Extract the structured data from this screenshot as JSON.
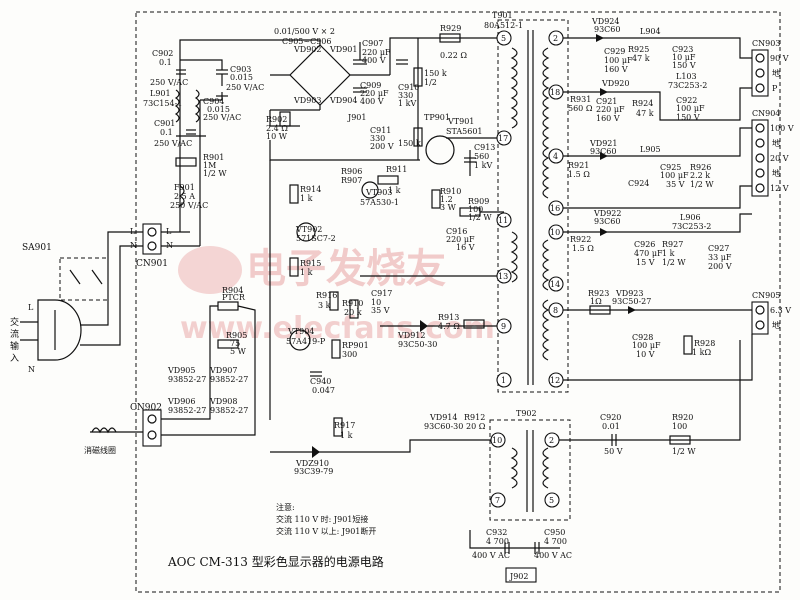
{
  "title": "AOC CM-313 型彩色显示器的电源电路",
  "note": {
    "label": "注意:",
    "line1": "交流 110 V 时: J901短接",
    "line2": "交流 110 V 以上: J901断开"
  },
  "watermark": {
    "cn": "电子发烧友",
    "en": "www.elecfans.com"
  },
  "input": {
    "label_cn": [
      "交",
      "流",
      "输",
      "入"
    ],
    "L": "L",
    "N": "N",
    "sw": "SA901",
    "cn901": "CN901",
    "cn902": "CN902",
    "degauss": "消磁线圈"
  },
  "parts": {
    "c905": "C905~C906",
    "c905v": "0.01/500 V × 2",
    "c902": "C902",
    "c902v": "0.1",
    "c902u": "250 V/AC",
    "c903": "C903",
    "c903v": "0.015",
    "c903u": "250 V/AC",
    "c904": "C904",
    "c904v": "0.015",
    "c904u": "250 V/AC",
    "l901": "L901",
    "l901v": "73C154-1",
    "c901": "C901",
    "c901v": "0.1",
    "c901u": "250 V/AC",
    "r901": "R901",
    "r901v": "1M",
    "r901u": "1/2 W",
    "f901": "F901",
    "f901v": "2.5 A",
    "f901u": "250 V/AC",
    "vd902": "VD902",
    "vd901": "VD901",
    "vd903": "VD903",
    "vd904": "VD904",
    "c907": "C907",
    "c907v": "220 μF",
    "c907u": "400 V",
    "c909": "C909",
    "c909v": "220 μF",
    "c909u": "400 V",
    "r902": "R902",
    "r902v": "2.4 Ω",
    "r902u": "10 W",
    "j901": "J901",
    "c910": "C910",
    "c910v": "330",
    "c910u": "1 kV",
    "c911": "C911",
    "c911v": "330",
    "c911u": "200 V",
    "r929": "R929",
    "r929v": "0.22 Ω",
    "r150k1": "150 k",
    "r150k1u": "1/2",
    "r150k2": "150 k",
    "tp901": "TP901",
    "vt901": "VT901",
    "vt901v": "STA5601",
    "c913": "C913",
    "c913v": "560",
    "c913u": "1 kV",
    "r906": "R906",
    "r907": "R907",
    "r911": "R911",
    "r911v": "1 k",
    "vt903": "VT903",
    "vt903v": "57A530-1",
    "r914": "R914",
    "r914v": "1 k",
    "vt902": "VT902",
    "vt902v": "571SC7-2",
    "r915": "R915",
    "r915v": "1 k",
    "r910": "R910",
    "r910v": "1.2",
    "r910u": "3 W",
    "r909": "R909",
    "r909v": "100",
    "r909u": "1/2 W",
    "c916": "C916",
    "c916v": "220 μF",
    "c916u": "16 V",
    "r916": "R916",
    "r916v": "3 k",
    "r910b": "R910",
    "r910bv": "20 k",
    "c917": "C917",
    "c917v": "10",
    "c917u": "35 V",
    "r913": "R913",
    "r913v": "4.7 Ω",
    "vd912": "VD912",
    "vd912v": "93C50-30",
    "vt904": "VT904",
    "vt904v": "57A419-P",
    "rp901": "RP901",
    "rp901v": "300",
    "c940": "C940",
    "c940v": "0.047",
    "r917": "R917",
    "r917v": "1 k",
    "vdz910": "VDZ910",
    "vdz910v": "93C39-79",
    "r904": "R904",
    "r904v": "PTCR",
    "r905": "R905",
    "r905v": "75",
    "r905u": "5 W",
    "vd905": "VD905",
    "vd905v": "93852-27",
    "vd906": "VD906",
    "vd906v": "93852-27",
    "vd907": "VD907",
    "vd907v": "93852-27",
    "vd908": "VD908",
    "vd908v": "93852-27",
    "t901": "T901",
    "t901v": "80A512-1",
    "vd924": "VD924",
    "vd924v": "93C60",
    "c929": "C929",
    "c929v": "100 μF",
    "c929u": "160 V",
    "r925": "R925",
    "r925v": "47 k",
    "l904": "L904",
    "c923": "C923",
    "c923v": "10 μF",
    "c923u": "150 V",
    "l103": "L103",
    "l103v": "73C253-2",
    "vd920": "VD920",
    "c921": "C921",
    "c921v": "220 μF",
    "c921u": "160 V",
    "r931": "R931",
    "r931v": "560 Ω",
    "r924": "R924",
    "r924v": "47 k",
    "c922": "C922",
    "c922v": "100 μF",
    "c922u": "150 V",
    "vd921": "VD921",
    "vd921v": "93C60",
    "l905": "L905",
    "r921": "R921",
    "r921v": "1.5 Ω",
    "c924": "C924",
    "c925": "C925",
    "c925v": "100 μF",
    "c925u": "35 V",
    "r926": "R926",
    "r926v": "2.2 k",
    "r926u": "1/2 W",
    "vd922": "VD922",
    "vd922v": "93C60",
    "l906": "L906",
    "l906v": "73C253-2",
    "r922": "R922",
    "r922v": "1.5 Ω",
    "c926": "C926",
    "c926v": "470 μF",
    "c926u": "15 V",
    "r927": "R927",
    "r927v": "1 k",
    "r927u": "1/2 W",
    "c927": "C927",
    "c927v": "33 μF",
    "c927u": "200 V",
    "r923": "R923",
    "r923v": "1Ω",
    "vd923": "VD923",
    "vd923v": "93C50-27",
    "c928": "C928",
    "c928v": "100 μF",
    "c928u": "10 V",
    "r928": "R928",
    "r928v": "1 kΩ",
    "vd914": "VD914",
    "vd914v": "93C60-30",
    "r912": "R912",
    "r912v": "20 Ω",
    "t902": "T902",
    "c920": "C920",
    "c920v": "0.01",
    "c920u": "50 V",
    "r920": "R920",
    "r920v": "100",
    "r920u": "1/2 W",
    "c932": "C932",
    "c932v": "4 700",
    "c932u": "400 V AC",
    "c950": "C950",
    "c950v": "4 700",
    "c950u": "400 V AC",
    "j902": "J902"
  },
  "pins": {
    "p5": "5",
    "p2": "2",
    "p18": "18",
    "p17": "17",
    "p4": "4",
    "p16": "16",
    "p11": "11",
    "p10": "10",
    "p13": "13",
    "p14": "14",
    "p9": "9",
    "p8": "8",
    "p1": "1",
    "p12": "12",
    "t2p10": "10",
    "t2p2": "2",
    "t2p7": "7",
    "t2p5": "5"
  },
  "connectors": {
    "cn903": {
      "name": "CN903",
      "labels": [
        "90 V",
        "地",
        "P"
      ]
    },
    "cn904": {
      "name": "CN904",
      "labels": [
        "100 V",
        "地",
        "20 V",
        "地",
        "12 V"
      ]
    },
    "cn905": {
      "name": "CN905",
      "labels": [
        "6.3 V",
        "地"
      ]
    }
  }
}
